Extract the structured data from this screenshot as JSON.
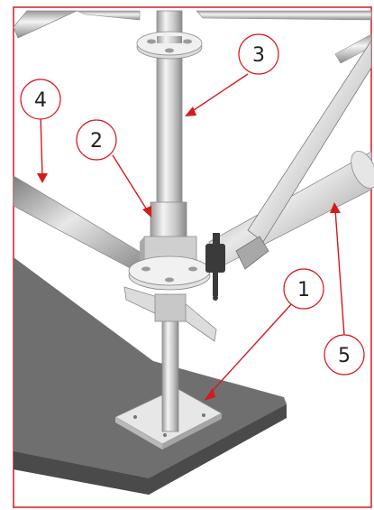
{
  "colors": {
    "frame": "#d9181c",
    "callout": "#d9181c",
    "board_top": "#6f6f6f",
    "board_side": "#4a4a4a",
    "steel_light": "#eeeeee",
    "steel_mid": "#c8c8c8",
    "steel_dark": "#8e8e8e",
    "clamp": "#3a3a3a"
  },
  "callouts": [
    {
      "id": "1",
      "label": "1",
      "part": "base-plate-icon"
    },
    {
      "id": "2",
      "label": "2",
      "part": "standard-collar-icon"
    },
    {
      "id": "3",
      "label": "3",
      "part": "vertical-standard-icon"
    },
    {
      "id": "4",
      "label": "4",
      "part": "horizontal-ledger-icon"
    },
    {
      "id": "5",
      "label": "5",
      "part": "diagonal-brace-icon"
    }
  ]
}
